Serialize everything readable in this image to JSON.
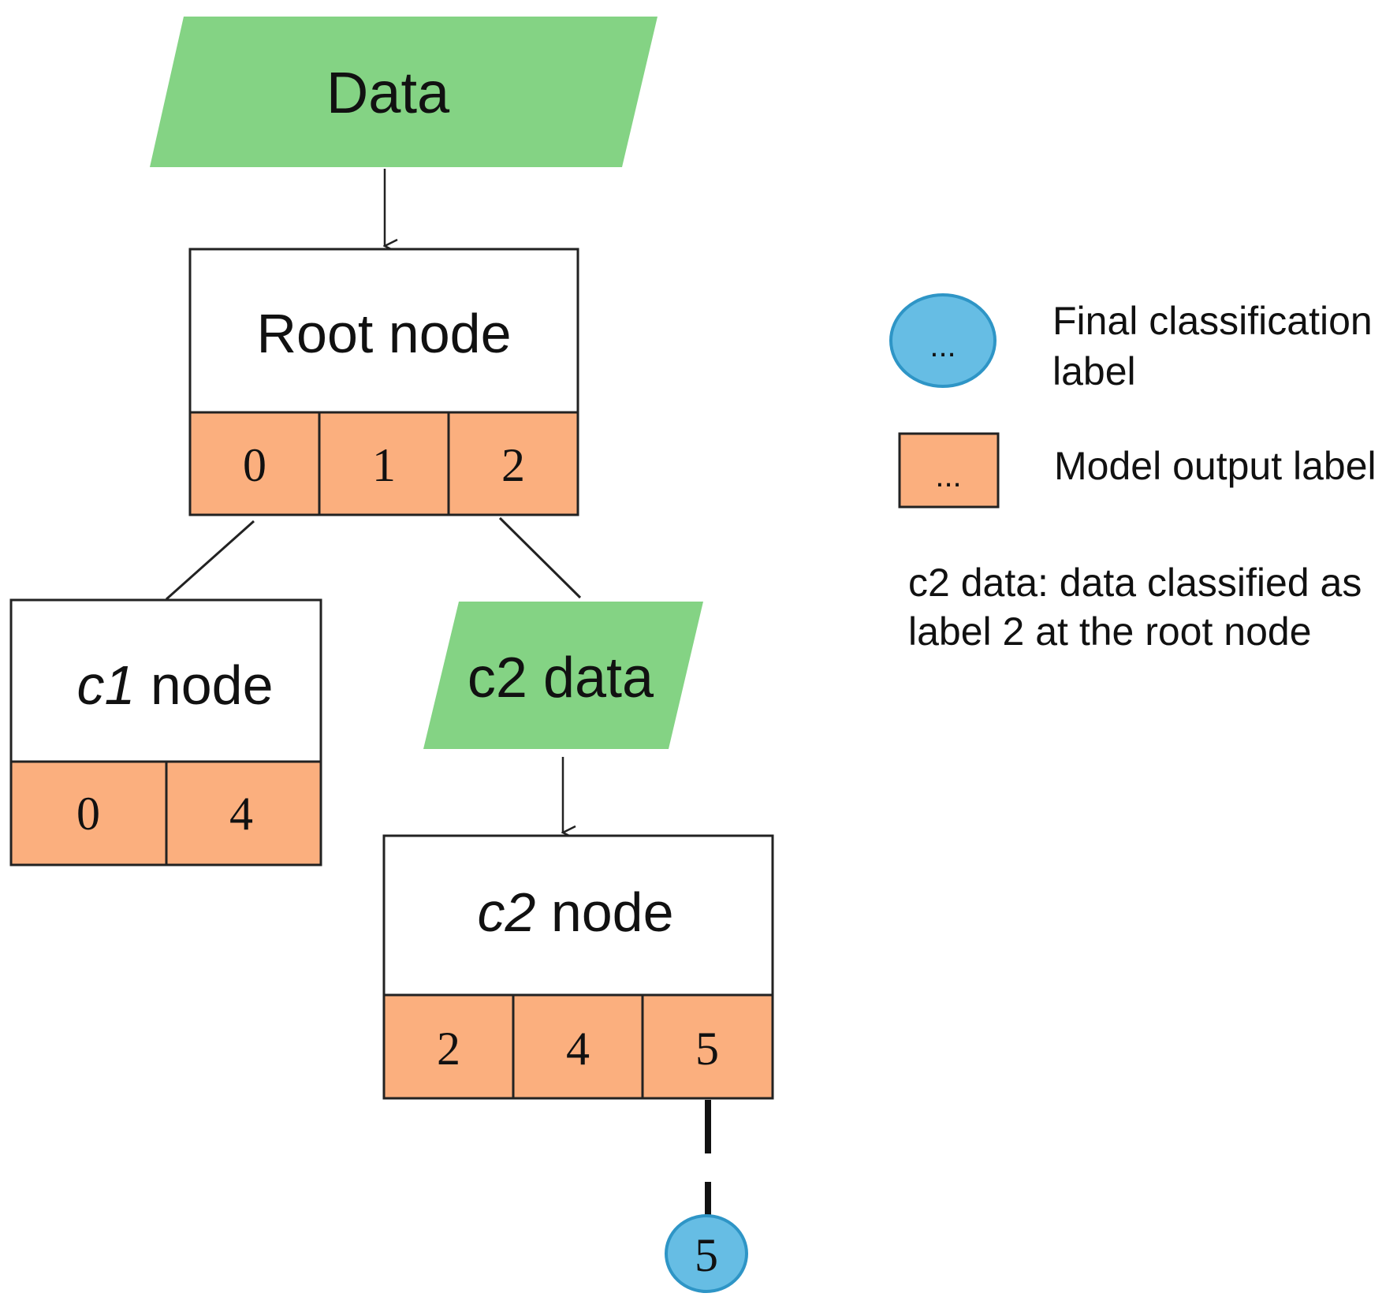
{
  "diagram": {
    "data_input": {
      "label": "Data"
    },
    "root_node": {
      "title": "Root node",
      "labels": [
        "0",
        "1",
        "2"
      ]
    },
    "c1_node": {
      "title_italic": "c1",
      "title_rest": " node",
      "labels": [
        "0",
        "4"
      ]
    },
    "c2_data": {
      "label": "c2 data"
    },
    "c2_node": {
      "title_italic": "c2",
      "title_rest": " node",
      "labels": [
        "2",
        "4",
        "5"
      ]
    },
    "final_label": {
      "value": "5"
    }
  },
  "legend": {
    "final_classification": {
      "symbol": "...",
      "text_line1": "Final classification",
      "text_line2": "label"
    },
    "model_output": {
      "symbol": "...",
      "text": "Model output label"
    },
    "note": {
      "line1": "c2 data: data classified as",
      "line2": "label 2 at the root node"
    }
  },
  "colors": {
    "data_fill": "#84d384",
    "label_fill": "#fbaf7e",
    "final_fill": "#66bde4",
    "final_stroke": "#2e95c6",
    "stroke": "#222222",
    "text": "#111111"
  }
}
